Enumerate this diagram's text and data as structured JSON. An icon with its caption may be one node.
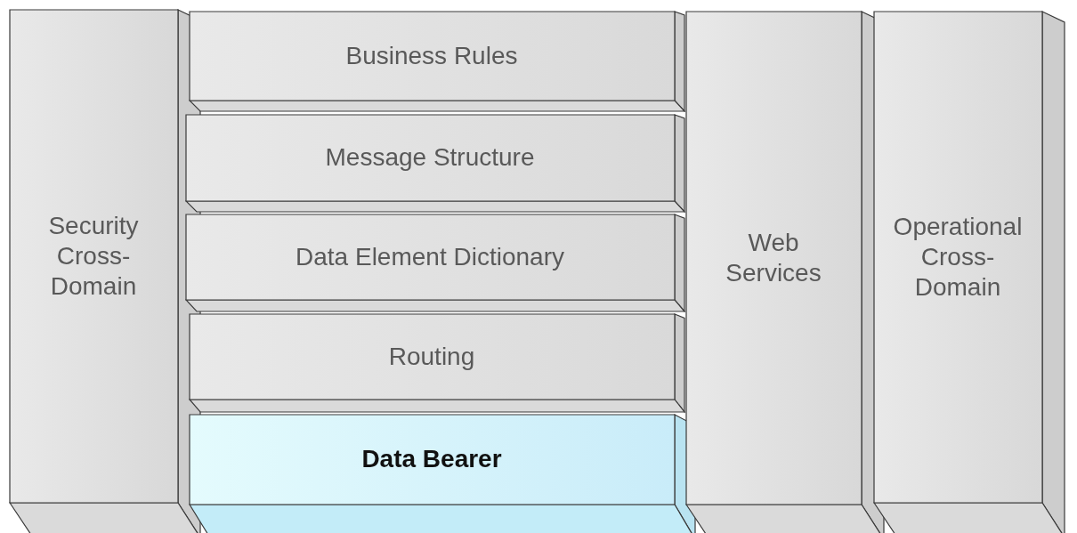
{
  "diagram": {
    "nodes": [
      {
        "text": [
          "Security Cross-Domain"
        ]
      },
      {
        "text": [
          "Business Rules"
        ]
      },
      {
        "text": [
          "Message Structure"
        ]
      },
      {
        "text": [
          "Data Element Dictionary"
        ]
      },
      {
        "text": [
          "Routing"
        ]
      },
      {
        "text": [
          "Data Bearer"
        ]
      },
      {
        "text": [
          "Web Services"
        ]
      },
      {
        "text": [
          "Operational Cross-Domain"
        ]
      }
    ],
    "edges": []
  }
}
